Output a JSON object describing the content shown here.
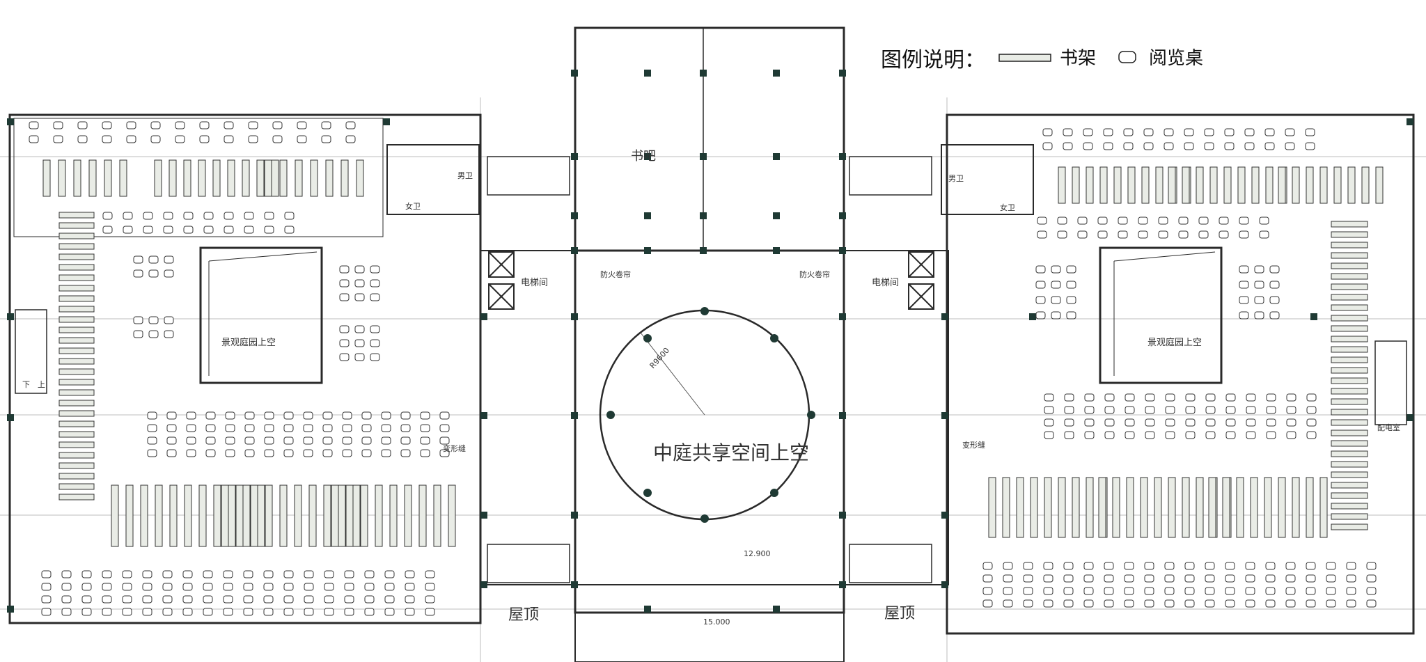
{
  "legend": {
    "title": "图例说明：",
    "bookshelf_label": "书架",
    "desk_label": "阅览桌"
  },
  "labels": {
    "book_bar": "书吧",
    "elevator_left": "电梯间",
    "elevator_right": "电梯间",
    "garden_left": "景观庭园上空",
    "garden_right": "景观庭园上空",
    "atrium": "中庭共享空间上空",
    "roof_left": "屋顶",
    "roof_right": "屋顶",
    "mens_left": "男卫",
    "womens_left": "女卫",
    "mens_right": "男卫",
    "womens_right": "女卫",
    "power_room": "配电室",
    "fire_shutter_left": "防火卷帘",
    "fire_shutter_right": "防火卷帘",
    "expansion_joint_left": "变形缝",
    "expansion_joint_right": "变形缝",
    "radius": "R9600",
    "elevation_1": "12.900",
    "elevation_2": "15.000",
    "stair_down": "下",
    "stair_up": "上"
  },
  "colors": {
    "line": "#2a2a2a",
    "light_line": "#9a9a9a",
    "column": "#1f3a34",
    "shelf_fill": "#e9ece6",
    "desk_fill": "#ffffff"
  }
}
